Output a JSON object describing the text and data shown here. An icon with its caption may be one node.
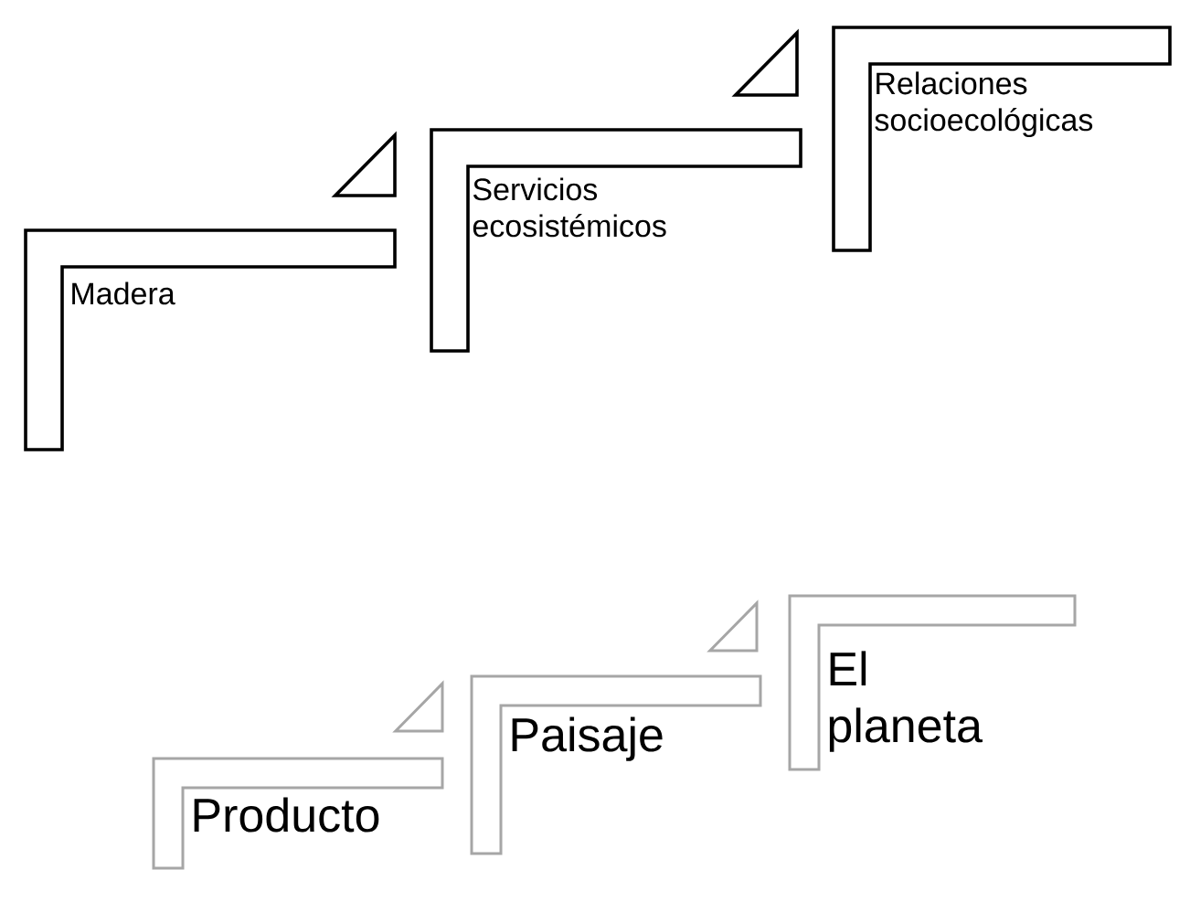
{
  "diagram": {
    "nodes": [
      {
        "text": [
          "Madera"
        ]
      },
      {
        "text": [
          "Servicios ecosistémicos"
        ]
      },
      {
        "text": [
          "Relaciones socioecológicas"
        ]
      },
      {
        "text": [
          "Producto"
        ]
      },
      {
        "text": [
          "Paisaje"
        ]
      },
      {
        "text": [
          "El planeta"
        ]
      }
    ],
    "edges": [
      {
        "from": 1,
        "to": 0,
        "arrow": "to"
      },
      {
        "from": 2,
        "to": 1,
        "arrow": "to"
      },
      {
        "from": 4,
        "to": 3,
        "arrow": "to"
      },
      {
        "from": 5,
        "to": 4,
        "arrow": "to"
      }
    ]
  }
}
